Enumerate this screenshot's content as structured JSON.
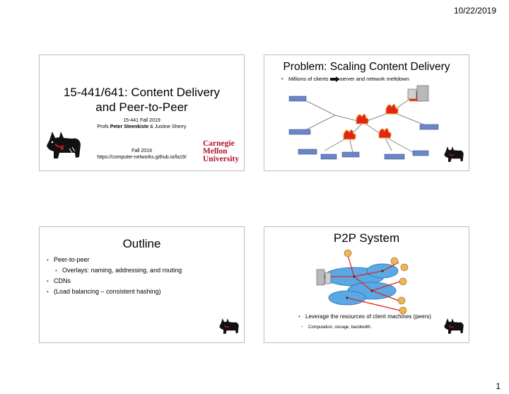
{
  "header": {
    "date": "10/22/2019"
  },
  "footer": {
    "page_number": "1"
  },
  "slide1": {
    "title_line1": "15-441/641: Content Delivery",
    "title_line2": "and Peer-to-Peer",
    "course": "15-441 Fall 2019",
    "profs_prefix": "Profs ",
    "prof1": "Peter Steenkiste",
    "profs_suffix": " & Justine Sherry",
    "term": "Fall 2019",
    "url": "https://computer-networks.github.io/fa19/",
    "logo_line1": "Carnegie",
    "logo_line2": "Mellon",
    "logo_line3": "University"
  },
  "slide2": {
    "title": "Problem: Scaling Content Delivery",
    "bullet_part1": "Millions of clients",
    "bullet_part2": "server and network meltdown"
  },
  "slide3": {
    "title": "Outline",
    "bullets": [
      "Peer-to-peer",
      "Overlays: naming, addressing, and routing",
      "CDNs",
      "(Load balancing – consistent hashing)"
    ]
  },
  "slide4": {
    "title": "P2P System",
    "bullet": "Leverage the resources of client machines (peers)",
    "sub_bullet": "Computation, storage, bandwidth"
  },
  "colors": {
    "cmu_red": "#b0102b",
    "cloud_blue": "#5aa9e6",
    "fire_red": "#e0261b",
    "bullet_arrow": "#111111"
  }
}
